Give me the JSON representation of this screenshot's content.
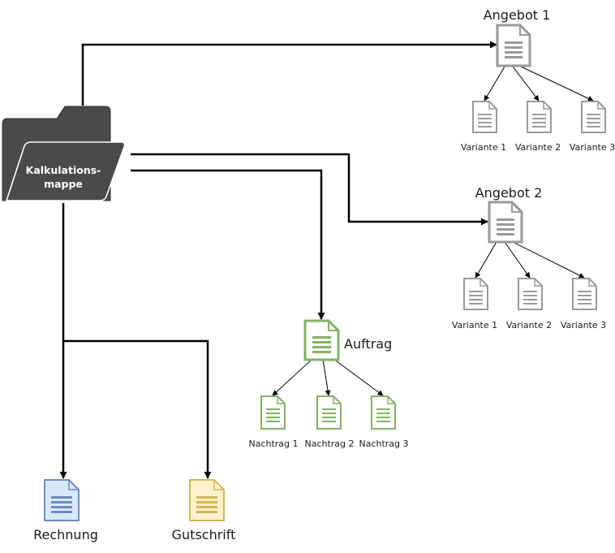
{
  "folder": {
    "line1": "Kalkulations-",
    "line2": "mappe"
  },
  "angebot1": {
    "label": "Angebot 1",
    "variants": [
      "Variante 1",
      "Variante 2",
      "Variante 3"
    ]
  },
  "angebot2": {
    "label": "Angebot 2",
    "variants": [
      "Variante 1",
      "Variante 2",
      "Variante 3"
    ]
  },
  "auftrag": {
    "label": "Auftrag",
    "nachtraege": [
      "Nachtrag 1",
      "Nachtrag 2",
      "Nachtrag 3"
    ]
  },
  "rechnung": {
    "label": "Rechnung"
  },
  "gutschrift": {
    "label": "Gutschrift"
  },
  "colors": {
    "folder": "#4a4a4a",
    "angebot": "#9a9a9a",
    "auftrag": "#82b366",
    "rechnung": "#6c8ebf",
    "gutschrift": "#d6b656"
  }
}
